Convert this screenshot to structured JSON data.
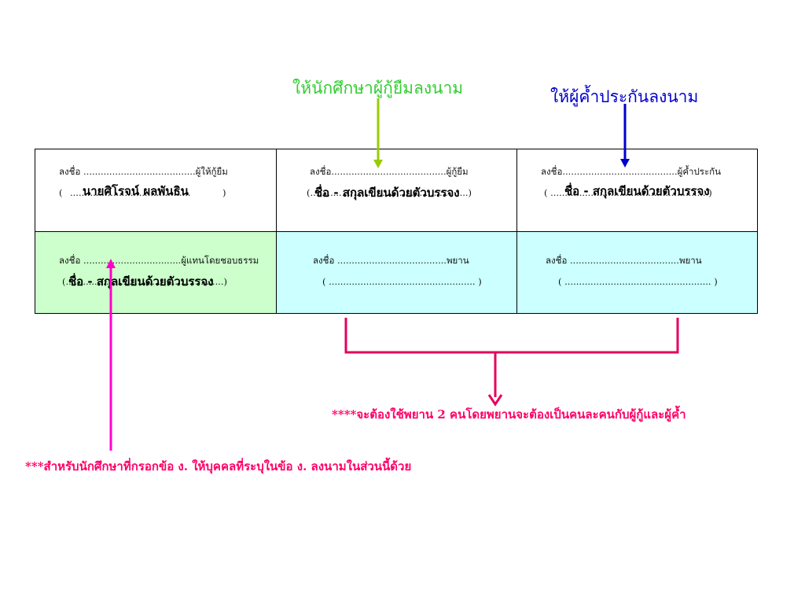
{
  "notes": {
    "student_sign": "ให้นักศึกษาผู้กู้ยืมลงนาม",
    "guarantor_sign": "ให้ผู้ค้ำประกันลงนาม",
    "witness_note": "****จะต้องใช้พยาน 2 คนโดยพยานจะต้องเป็นคนละคนกับผู้กู้และผู้ค้ำ",
    "agent_note": "***สำหรับนักศึกษาที่กรอกข้อ ง. ให้บุคคลที่ระบุในข้อ ง. ลงนามในส่วนนี้ด้วย"
  },
  "form": {
    "lender": {
      "sign_line": "ลงชื่อ .......................................ผู้ให้กู้ยืม",
      "paren_open": "(",
      "paren_dots": "..........................................",
      "paren_close": ")",
      "name": "นายศิโรจน์  ผลพันธิน"
    },
    "borrower": {
      "sign_line": "ลงชื่อ........................................ผู้กู้ยืม",
      "paren_line": "(.......................................................)",
      "name": "ชื่อ - สกุลเขียนด้วยตัวบรรจง"
    },
    "guarantor": {
      "sign_line": "ลงชื่อ........................................ผู้ค้ำประกัน",
      "paren_line": "( ...................................................... )",
      "name": "ชื่อ - สกุลเขียนด้วยตัวบรรจง"
    },
    "agent": {
      "sign_line": "ลงชื่อ ..................................ผู้แทนโดยชอบธรรม",
      "paren_line": "(.......................................................)",
      "name": "ชื่อ - สกุลเขียนด้วยตัวบรรจง"
    },
    "witness1": {
      "sign_line": "ลงชื่อ ......................................พยาน",
      "paren_line": "( ................................................... )"
    },
    "witness2": {
      "sign_line": "ลงชื่อ ......................................พยาน",
      "paren_line": "( ................................................... )"
    }
  },
  "colors": {
    "green_arrow": "#99cc00",
    "blue_arrow": "#0000cc",
    "pink_arrow": "#ff0099",
    "bracket": "#e6005c",
    "agent_cell": "#ccffcc",
    "witness_cell": "#ccffff"
  }
}
